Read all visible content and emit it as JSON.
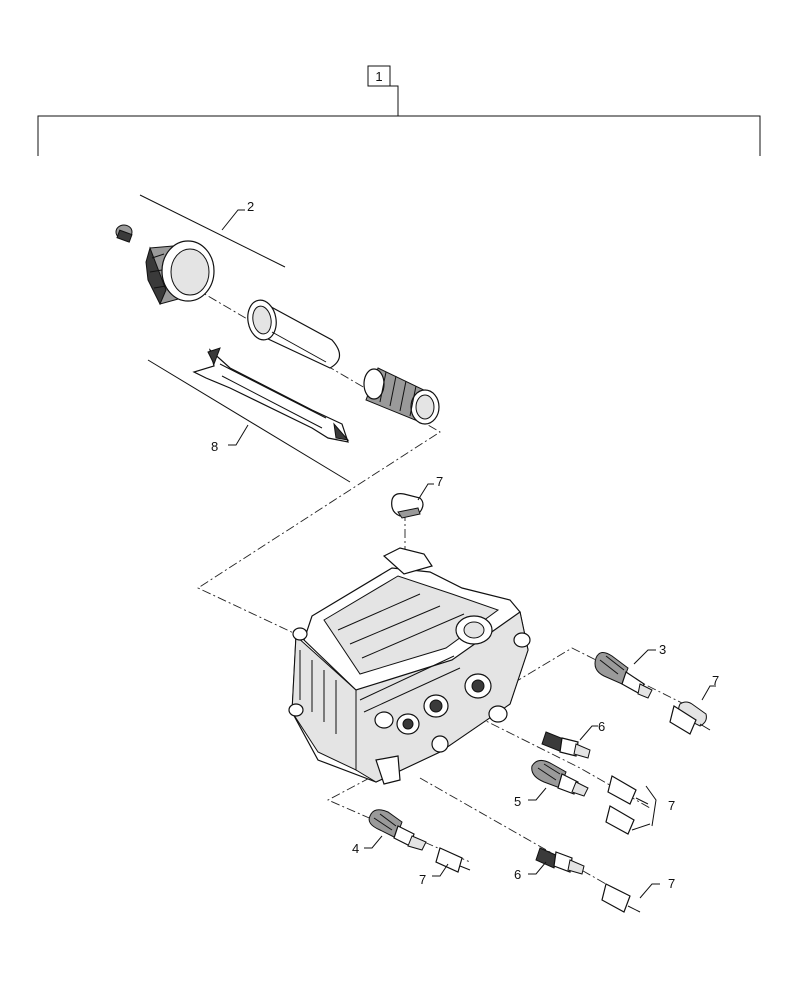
{
  "diagram": {
    "callouts": {
      "assembly": "1",
      "filter_kit": "2",
      "connector_3": "3",
      "connector_4": "4",
      "connector_5": "5",
      "connector_6a": "6",
      "connector_6b": "6",
      "cap_top": "7",
      "cap_right_top": "7",
      "cap_right_mid": "7",
      "cap_bottom_left": "7",
      "cap_bottom_right": "7",
      "tool": "8"
    }
  }
}
